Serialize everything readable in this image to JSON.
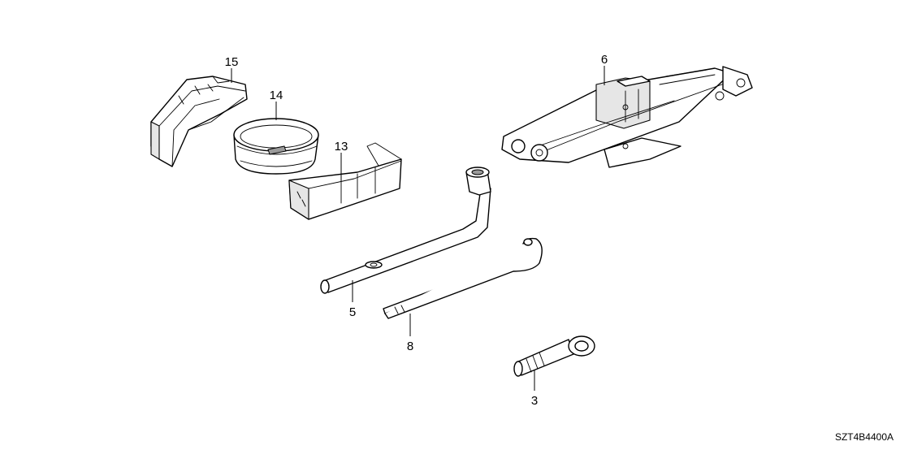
{
  "diagram": {
    "callouts": {
      "p15": "15",
      "p14": "14",
      "p13": "13",
      "p6": "6",
      "p5": "5",
      "p8": "8",
      "p3": "3"
    },
    "code": "SZT4B4400A"
  }
}
